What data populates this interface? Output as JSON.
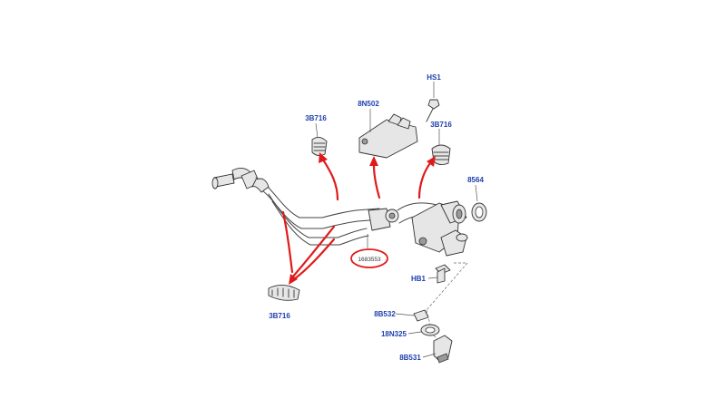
{
  "labels": {
    "hs1": "HS1",
    "n8n502": "8N502",
    "b3b716_upper_left": "3B716",
    "b3b716_upper_right": "3B716",
    "n8564": "8564",
    "b3b716_lower": "3B716",
    "hb1": "HB1",
    "b8b532": "8B532",
    "n18n325": "18N325",
    "b8b531": "8B531",
    "highlighted_part": "1683553"
  },
  "colors": {
    "label": "#1f3fae",
    "highlight": "#e01a1a",
    "ink": "#333333"
  }
}
